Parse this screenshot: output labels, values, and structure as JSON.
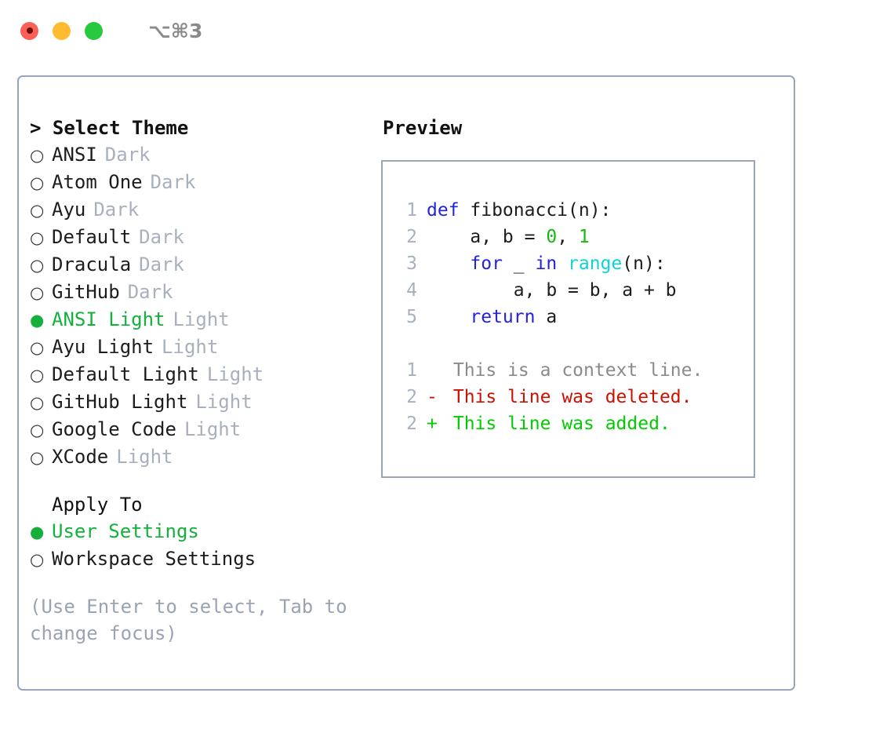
{
  "window": {
    "title": "⌥⌘3",
    "traffic_lights": [
      "close",
      "minimize",
      "maximize"
    ],
    "colors": {
      "close": "#fb6058",
      "minimize": "#fdbc2f",
      "maximize": "#28c93f",
      "panel_border": "#9aa5b5",
      "accent_green": "#13b13b",
      "muted": "#a9b0bd"
    }
  },
  "theme_section": {
    "header": "> Select Theme",
    "options": [
      {
        "marker": "○",
        "name": "ANSI",
        "kind": "Dark",
        "selected": false
      },
      {
        "marker": "○",
        "name": "Atom One",
        "kind": "Dark",
        "selected": false
      },
      {
        "marker": "○",
        "name": "Ayu",
        "kind": "Dark",
        "selected": false
      },
      {
        "marker": "○",
        "name": "Default",
        "kind": "Dark",
        "selected": false
      },
      {
        "marker": "○",
        "name": "Dracula",
        "kind": "Dark",
        "selected": false
      },
      {
        "marker": "○",
        "name": "GitHub",
        "kind": "Dark",
        "selected": false
      },
      {
        "marker": "●",
        "name": "ANSI Light",
        "kind": "Light",
        "selected": true
      },
      {
        "marker": "○",
        "name": "Ayu Light",
        "kind": "Light",
        "selected": false
      },
      {
        "marker": "○",
        "name": "Default Light",
        "kind": "Light",
        "selected": false
      },
      {
        "marker": "○",
        "name": "GitHub Light",
        "kind": "Light",
        "selected": false
      },
      {
        "marker": "○",
        "name": "Google Code",
        "kind": "Light",
        "selected": false
      },
      {
        "marker": "○",
        "name": "XCode",
        "kind": "Light",
        "selected": false
      }
    ]
  },
  "apply_section": {
    "header": "Apply To",
    "options": [
      {
        "marker": "●",
        "name": "User Settings",
        "selected": true
      },
      {
        "marker": "○",
        "name": "Workspace Settings",
        "selected": false
      }
    ]
  },
  "hint": "(Use Enter to select, Tab to change focus)",
  "preview": {
    "title": "Preview",
    "code_lines": [
      {
        "no": "1",
        "tokens": [
          {
            "t": "def",
            "c": "kw"
          },
          {
            "t": " fibonacci(n):",
            "c": "plain"
          }
        ]
      },
      {
        "no": "2",
        "tokens": [
          {
            "t": "    a, b = ",
            "c": "plain"
          },
          {
            "t": "0",
            "c": "num"
          },
          {
            "t": ", ",
            "c": "plain"
          },
          {
            "t": "1",
            "c": "num"
          }
        ]
      },
      {
        "no": "3",
        "tokens": [
          {
            "t": "    ",
            "c": "plain"
          },
          {
            "t": "for",
            "c": "kw"
          },
          {
            "t": " _ ",
            "c": "plain"
          },
          {
            "t": "in",
            "c": "kw"
          },
          {
            "t": " ",
            "c": "plain"
          },
          {
            "t": "range",
            "c": "fn"
          },
          {
            "t": "(n):",
            "c": "plain"
          }
        ]
      },
      {
        "no": "4",
        "tokens": [
          {
            "t": "        a, b = b, a + b",
            "c": "plain"
          }
        ]
      },
      {
        "no": "5",
        "tokens": [
          {
            "t": "    ",
            "c": "plain"
          },
          {
            "t": "return",
            "c": "kw"
          },
          {
            "t": " a",
            "c": "plain"
          }
        ]
      }
    ],
    "diff_lines": [
      {
        "no": "1",
        "sign": " ",
        "text": "This is a context line.",
        "kind": "ctx"
      },
      {
        "no": "2",
        "sign": "-",
        "text": "This line was deleted.",
        "kind": "del"
      },
      {
        "no": "2",
        "sign": "+",
        "text": "This line was added.",
        "kind": "add"
      }
    ]
  }
}
